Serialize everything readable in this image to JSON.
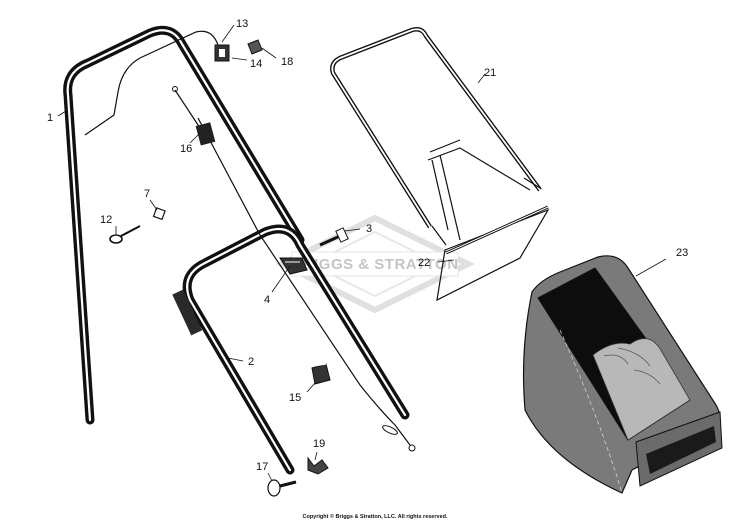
{
  "diagram": {
    "watermark": "BRIGGS & STRATTON",
    "copyright": "Copyright © Briggs & Stratton, LLC. All rights reserved.",
    "callouts": {
      "p1": "1",
      "p2": "2",
      "p3": "3",
      "p4": "4",
      "p7": "7",
      "p12": "12",
      "p13": "13",
      "p14": "14",
      "p15": "15",
      "p16": "16",
      "p17": "17",
      "p18": "18",
      "p19": "19",
      "p21": "21",
      "p22": "22",
      "p23": "23"
    }
  }
}
